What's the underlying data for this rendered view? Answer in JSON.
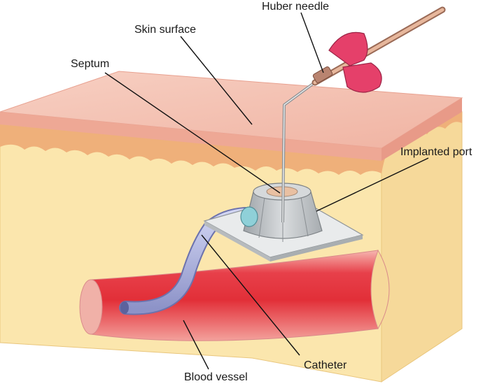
{
  "labels": {
    "huber_needle": "Huber needle",
    "skin_surface": "Skin surface",
    "septum": "Septum",
    "implanted_port": "Implanted port",
    "catheter": "Catheter",
    "blood_vessel": "Blood vessel"
  },
  "colors": {
    "skin_top": "#f4c2b4",
    "skin_edge": "#eaa795",
    "tissue": "#fbe6ad",
    "tissue_side": "#f5d796",
    "fat_wave": "#efb27a",
    "vessel_outer": "#f3a4a4",
    "vessel_inner": "#e0303a",
    "catheter": "#aeb4e0",
    "port": "#c5c9cc",
    "needle_wing": "#e6406a",
    "needle_shaft": "#b27a68"
  }
}
